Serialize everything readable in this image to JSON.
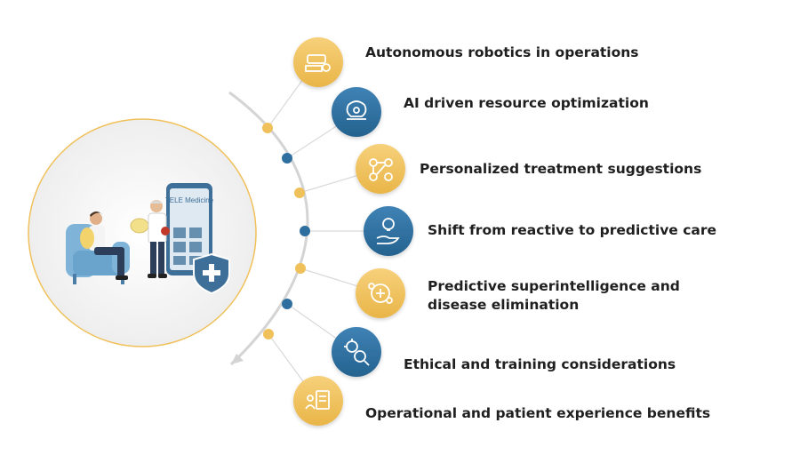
{
  "colors": {
    "gold": "#f0c15a",
    "blue": "#2f6f9f",
    "arc": "#d4d4d4",
    "circle_border": "#f0c15a"
  },
  "illustration": {
    "phone_screen_text": "TELE Medicine",
    "icons": [
      "patient-in-armchair",
      "doctor",
      "pill",
      "smartphone",
      "shield-cross"
    ]
  },
  "items": [
    {
      "label": "Autonomous robotics in operations",
      "icon": "robot-arm-icon",
      "color": "gold"
    },
    {
      "label": "AI driven resource optimization",
      "icon": "brain-gear-icon",
      "color": "blue"
    },
    {
      "label": "Personalized treatment suggestions",
      "icon": "network-nodes-icon",
      "color": "gold"
    },
    {
      "label": "Shift from reactive to predictive care",
      "icon": "hand-lightbulb-icon",
      "color": "blue"
    },
    {
      "label": "Predictive superintelligence and disease elimination",
      "icon": "medical-cycle-icon",
      "color": "gold"
    },
    {
      "label": "Ethical and training considerations",
      "icon": "virus-magnifier-icon",
      "color": "blue"
    },
    {
      "label": "Operational and patient experience benefits",
      "icon": "patient-document-icon",
      "color": "gold"
    }
  ]
}
